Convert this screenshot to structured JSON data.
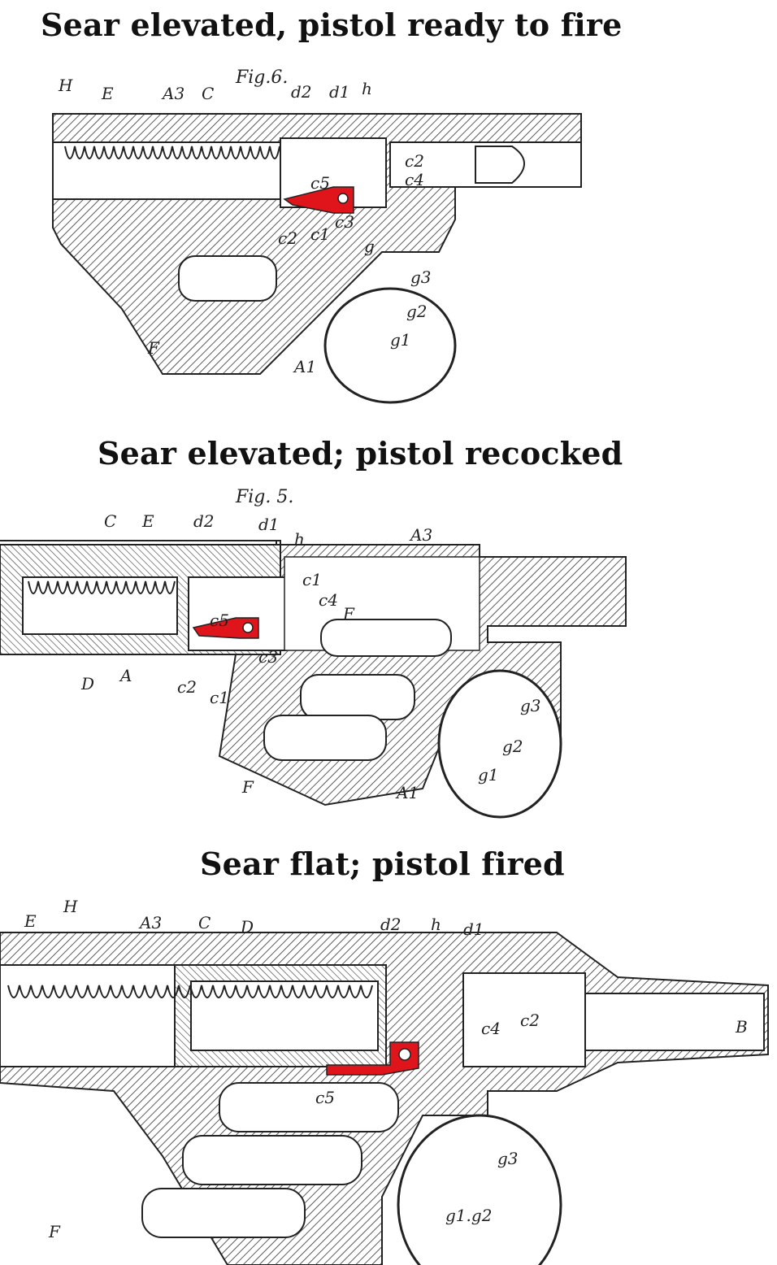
{
  "captions": {
    "panel1": "Sear elevated, pistol ready to fire",
    "panel2": "Sear elevated; pistol recocked",
    "panel3": "Sear flat; pistol fired"
  },
  "figure_labels": {
    "panel1": "Fig.6.",
    "panel2": "Fig. 5."
  },
  "part_labels": {
    "panel1": [
      "H",
      "E",
      "A3",
      "C",
      "d2",
      "d1",
      "h",
      "c2",
      "c4",
      "c5",
      "c2",
      "c1",
      "c3",
      "g",
      "g3",
      "g2",
      "g1",
      "F",
      "A1"
    ],
    "panel2": [
      "C",
      "E",
      "d2",
      "d1",
      "h",
      "A3",
      "c1",
      "c4",
      "c5",
      "c3",
      "F",
      "D",
      "A",
      "c2",
      "c1",
      "g3",
      "g2",
      "g1",
      "F",
      "A1"
    ],
    "panel3": [
      "E",
      "H",
      "A3",
      "C",
      "D",
      "d2",
      "h",
      "d1",
      "c4",
      "c2",
      "B",
      "c5",
      "g3",
      "g1.g2",
      "F"
    ]
  },
  "colors": {
    "sear_highlight": "#e0141b",
    "line_art": "#222222",
    "background": "#ffffff"
  }
}
